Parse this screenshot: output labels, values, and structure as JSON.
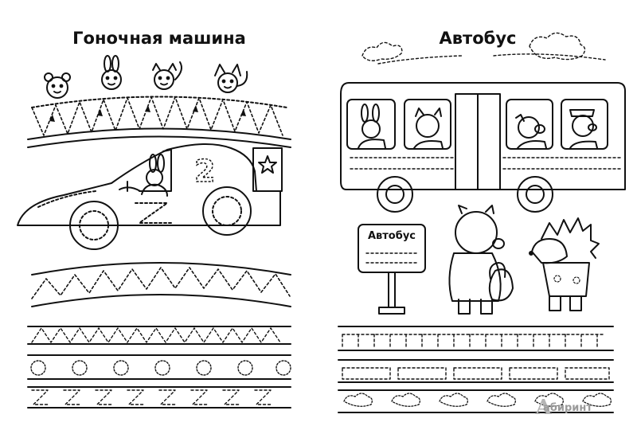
{
  "left_page": {
    "title": "Гоночная машина",
    "car_number": "2"
  },
  "right_page": {
    "title": "Автобус",
    "bus_stop_sign": "Автобус"
  },
  "watermark": {
    "glyph": "А",
    "text": "абиринт"
  },
  "colors": {
    "ink": "#111111",
    "paper": "#ffffff",
    "watermark": "#9a9a9a"
  }
}
